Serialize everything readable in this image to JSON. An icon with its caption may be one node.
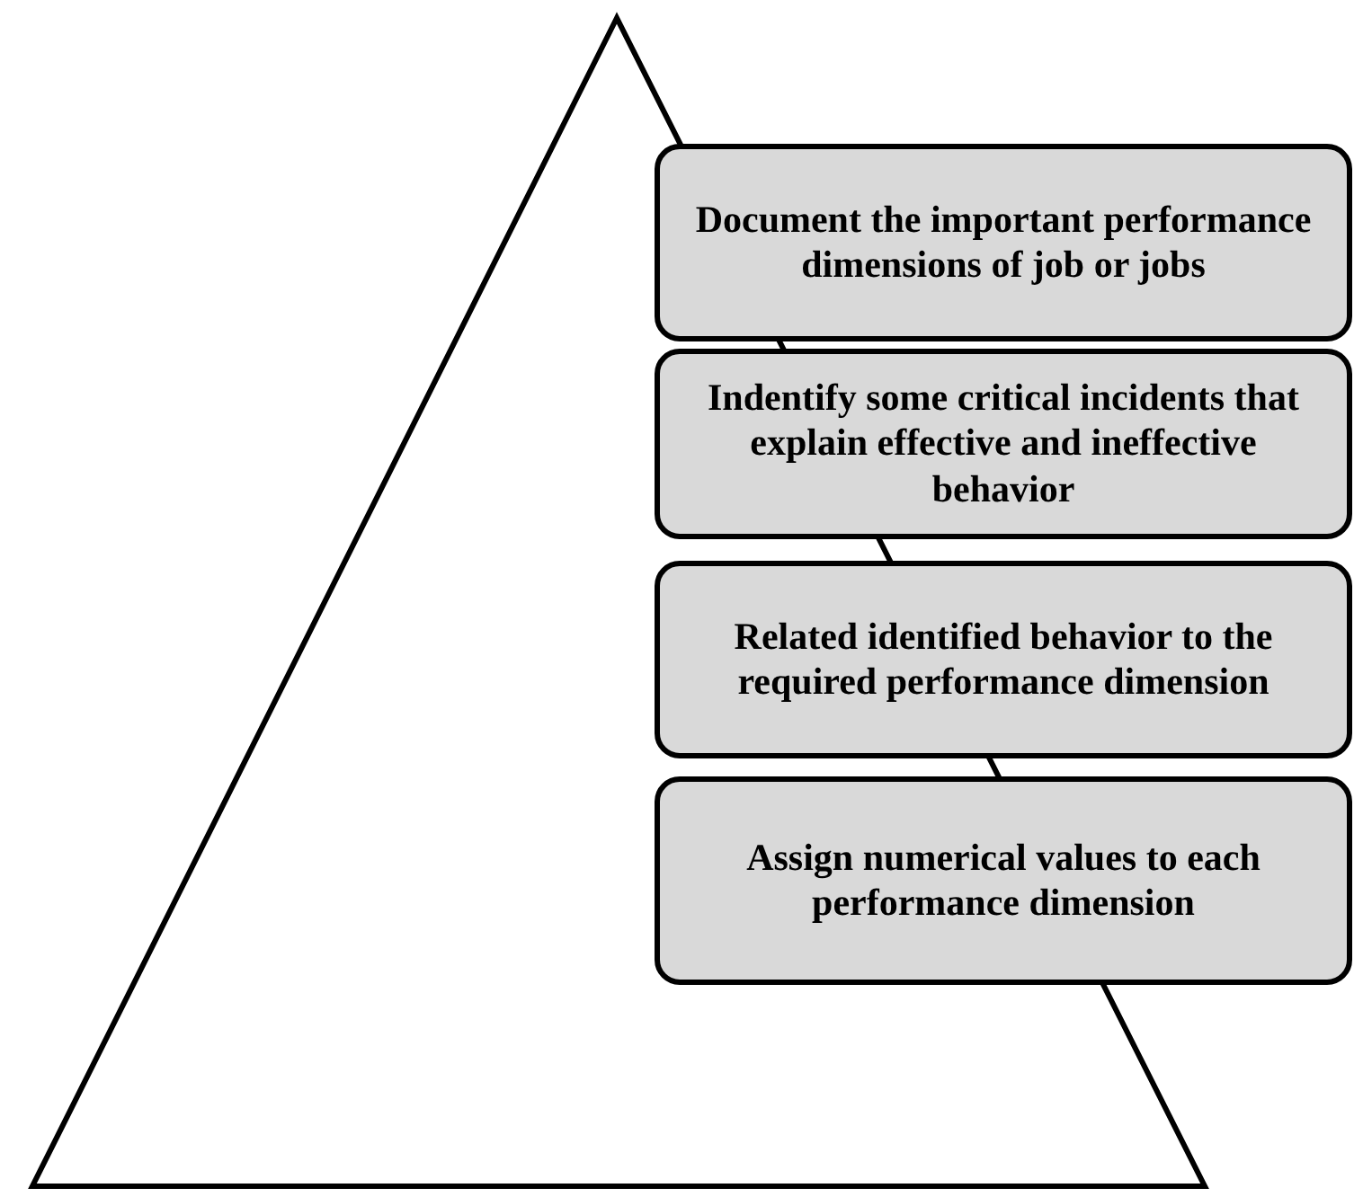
{
  "diagram": {
    "nodes": [
      {
        "text": [
          "Document the important performance dimensions of job or jobs"
        ]
      },
      {
        "text": [
          "Indentify some critical incidents that explain effective and ineffective behavior"
        ]
      },
      {
        "text": [
          "Related identified behavior to the required performance dimension"
        ]
      },
      {
        "text": [
          "Assign numerical values to each performance dimension"
        ]
      }
    ]
  }
}
